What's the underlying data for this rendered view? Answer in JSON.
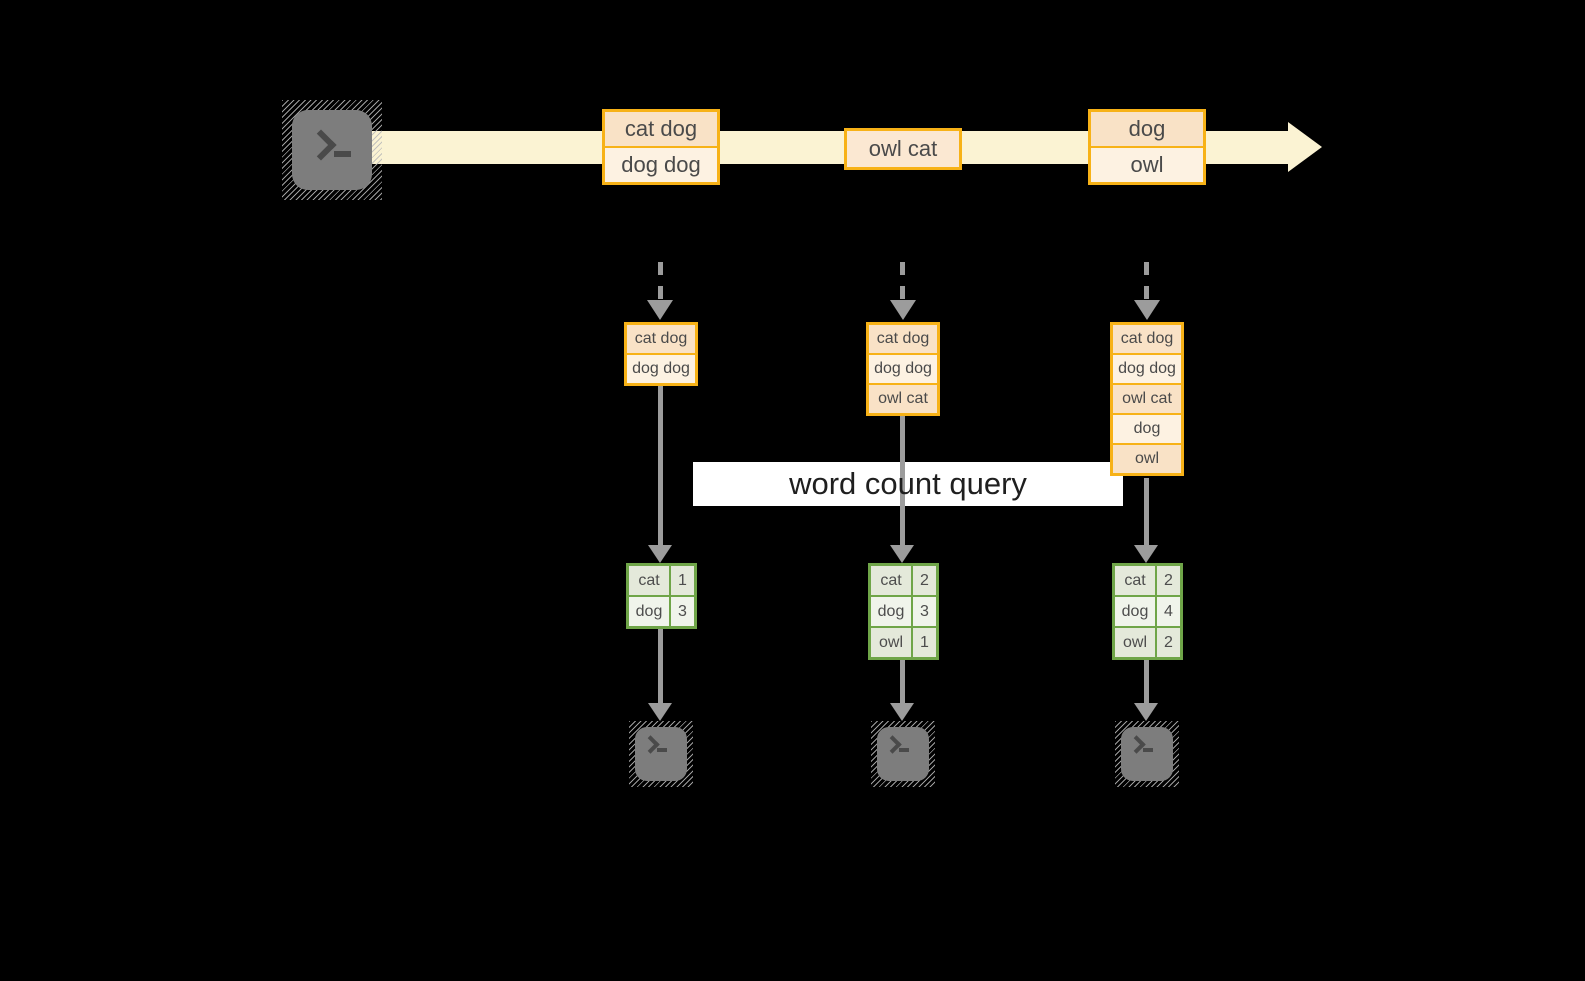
{
  "colors": {
    "bg": "#000000",
    "stream": "#fbf3d3",
    "orange": "#f7b217",
    "peach": "#f9e2c6",
    "peach-light": "#fbe8d2",
    "cream": "#fdf2e2",
    "green": "#6fa548",
    "green-dark": "#e4e9da",
    "green-light": "#f0f4eb",
    "arrow-gray": "#9c9c9c",
    "terminal-gray": "#7d7d7d",
    "terminal-glyph": "#4a4a4a",
    "query-bg": "#ffffff",
    "query-text": "#1f1f1f",
    "box-text": "#4a4a4a",
    "table-text": "#4d4d4d"
  },
  "query": {
    "label": "word count query"
  },
  "stream": {
    "events": [
      {
        "rows": [
          "cat dog",
          "dog dog"
        ]
      },
      {
        "rows": [
          "owl cat"
        ]
      },
      {
        "rows": [
          "dog",
          "owl"
        ]
      }
    ]
  },
  "columns": [
    {
      "state": [
        "cat dog",
        "dog dog"
      ],
      "result": [
        {
          "word": "cat",
          "count": "1"
        },
        {
          "word": "dog",
          "count": "3"
        }
      ]
    },
    {
      "state": [
        "cat dog",
        "dog dog",
        "owl cat"
      ],
      "result": [
        {
          "word": "cat",
          "count": "2"
        },
        {
          "word": "dog",
          "count": "3"
        },
        {
          "word": "owl",
          "count": "1"
        }
      ]
    },
    {
      "state": [
        "cat dog",
        "dog dog",
        "owl cat",
        "dog",
        "owl"
      ],
      "result": [
        {
          "word": "cat",
          "count": "2"
        },
        {
          "word": "dog",
          "count": "4"
        },
        {
          "word": "owl",
          "count": "2"
        }
      ]
    }
  ],
  "icons": {
    "source": "terminal-icon",
    "sinks": [
      "terminal-icon",
      "terminal-icon",
      "terminal-icon"
    ]
  }
}
